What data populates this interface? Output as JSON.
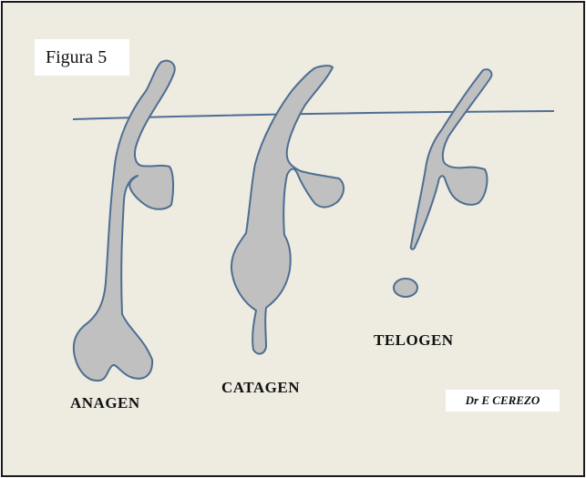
{
  "figure_label": "Figura 5",
  "stages": {
    "anagen": "ANAGEN",
    "catagen": "CATAGEN",
    "telogen": "TELOGEN"
  },
  "credit": "Dr E CEREZO",
  "colors": {
    "background": "#eeebe1",
    "follicle_fill": "#c0c0c0",
    "follicle_stroke": "#4e6e92",
    "skin_line": "#4e6e92"
  }
}
